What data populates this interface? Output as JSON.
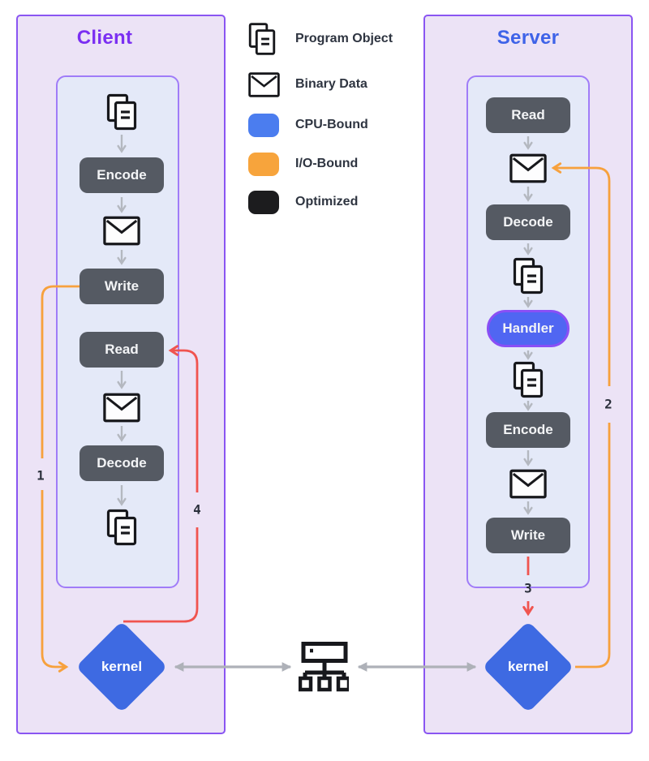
{
  "diagram": {
    "client": {
      "title": "Client",
      "steps": {
        "encode": "Encode",
        "write": "Write",
        "read": "Read",
        "decode": "Decode"
      },
      "kernel": "kernel"
    },
    "server": {
      "title": "Server",
      "steps": {
        "read": "Read",
        "decode": "Decode",
        "handler": "Handler",
        "encode": "Encode",
        "write": "Write"
      },
      "kernel": "kernel"
    },
    "flow_steps": {
      "step1": "1",
      "step2": "2",
      "step3": "3",
      "step4": "4"
    },
    "legend": {
      "items": [
        {
          "icon": "program-object-icon",
          "label": "Program Object"
        },
        {
          "icon": "binary-data-icon",
          "label": "Binary Data"
        },
        {
          "swatch": "#4b7def",
          "label": "CPU-Bound"
        },
        {
          "swatch": "#f7a43c",
          "label": "I/O-Bound"
        },
        {
          "swatch": "#1c1c1e",
          "label": "Optimized"
        }
      ]
    },
    "colors": {
      "client_accent": "#7b2ff2",
      "server_accent": "#3e63e8",
      "panel_fill": "#ece3f6",
      "panel_border": "#8a55f2",
      "inner_fill": "#e4e9f8",
      "inner_border": "#a07cf8",
      "node_fill": "#555a63",
      "handler_fill": "#5066f2",
      "kernel_fill": "#3e6ae2",
      "arrow_orange": "#f7a13d",
      "arrow_red": "#f0544f",
      "arrow_gray": "#aeb1b8"
    }
  }
}
